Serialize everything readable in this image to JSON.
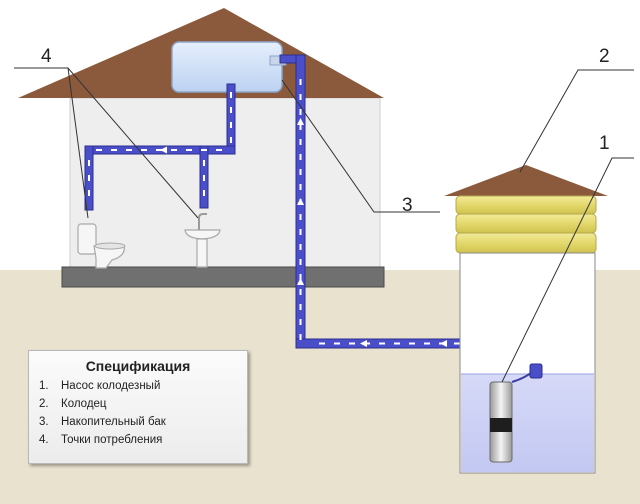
{
  "legend": {
    "title": "Спецификация",
    "items": [
      {
        "number": "1.",
        "text": "Насос колодезный"
      },
      {
        "number": "2.",
        "text": "Колодец"
      },
      {
        "number": "3.",
        "text": "Накопительный бак"
      },
      {
        "number": "4.",
        "text": "Точки потребления"
      }
    ]
  },
  "callouts": {
    "pump": "1",
    "well": "2",
    "tank": "3",
    "points": "4"
  },
  "colors": {
    "roof": "#8b5a3c",
    "house_wall": "#eeeeee",
    "ground": "#e9e2cf",
    "pipe": "#4a4ec8",
    "water": "#c8cdf5",
    "well_cover": "#eae07d"
  }
}
